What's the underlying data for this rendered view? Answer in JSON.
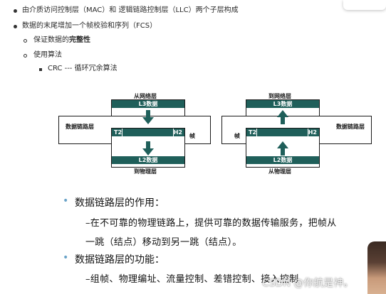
{
  "notes": {
    "item1": "由介质访问控制层（MAC）和 逻辑链路控制层（LLC）两个子层构成",
    "item2": "数据的末尾增加一个帧校验和序列（FCS）",
    "sub1_prefix": "保证数据的",
    "sub1_bold": "完整性",
    "sub2": "使用算法",
    "subsub1": "CRC --- 循环冗余算法"
  },
  "diagram_left": {
    "top_label": "从网络层",
    "l3": "L3数据",
    "layer": "数据链路层",
    "t2": "T2",
    "h2": "H2",
    "frame": "帧",
    "l2": "L2数据",
    "bottom_label": "到物理层"
  },
  "diagram_right": {
    "top_label": "到网络层",
    "l3": "L3数据",
    "layer": "数据链路层",
    "t2": "T2",
    "h2": "H2",
    "frame": "帧",
    "l2": "L2数据",
    "bottom_label": "从物理层"
  },
  "slide": {
    "role_heading": "数据链路层的作用：",
    "role_line1": "–在不可靠的物理链路上，提供可靠的数据传输服务，把帧从",
    "role_line2": "一跳（结点）移动到另一跳（结点）。",
    "func_heading": "数据链路层的功能：",
    "func_line1": "–组帧、物理编址、流量控制、差错控制、接入控制"
  },
  "watermark": "CSDN @你航是神。",
  "colors": {
    "band": "#1f5f5a",
    "bullet": "#6aa3c8"
  }
}
